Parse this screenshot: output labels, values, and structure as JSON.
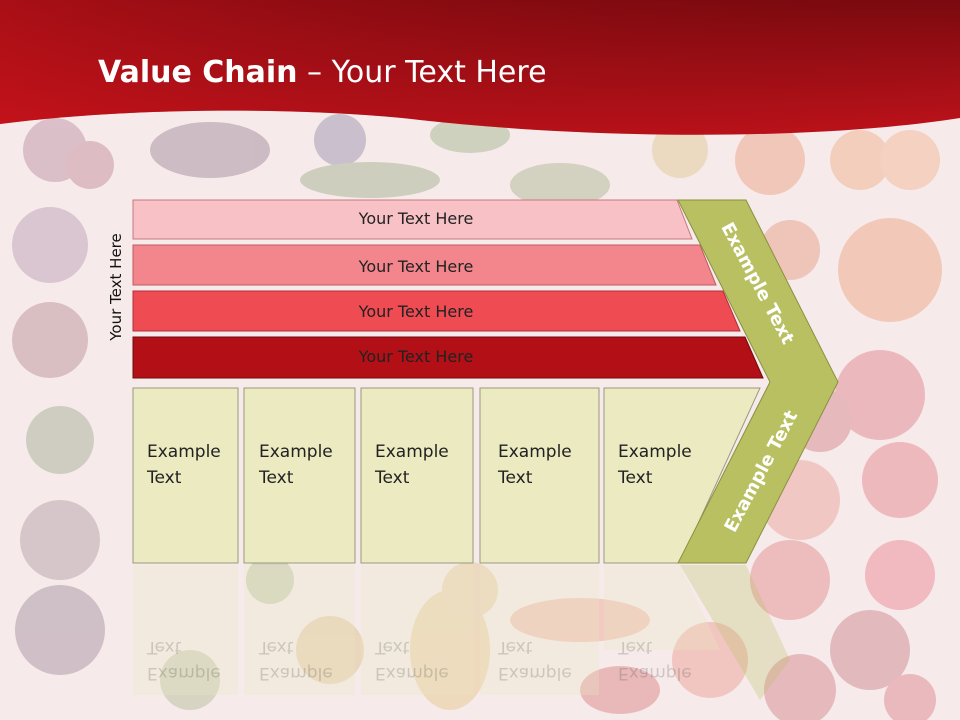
{
  "slide": {
    "title_bold": "Value Chain",
    "title_rest": " – Your Text Here",
    "side_label": "Your Text Here",
    "bars": [
      "Your Text Here",
      "Your Text Here",
      "Your Text Here",
      "Your Text Here"
    ],
    "boxes": [
      {
        "line1": "Example",
        "line2": "Text"
      },
      {
        "line1": "Example",
        "line2": "Text"
      },
      {
        "line1": "Example",
        "line2": "Text"
      },
      {
        "line1": "Example",
        "line2": "Text"
      },
      {
        "line1": "Example",
        "line2": "Text"
      }
    ],
    "arrow_upper": "Example Text",
    "arrow_lower": "Example Text"
  },
  "colors": {
    "banner": "#a50b14",
    "bar1": "#f8c1c6",
    "bar2": "#f2868c",
    "bar3": "#ee4b53",
    "bar4": "#b30f16",
    "box_fill": "#ebeac1",
    "arrow": "#b9c061"
  }
}
